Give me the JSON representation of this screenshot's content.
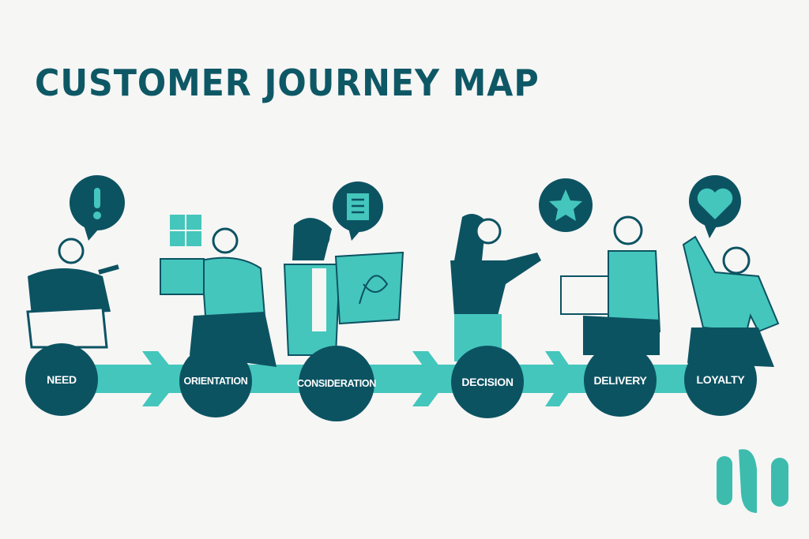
{
  "title": "CUSTOMER JOURNEY MAP",
  "stages": [
    {
      "label": "NEED",
      "bubble_icon": "exclamation-icon"
    },
    {
      "label": "ORIENTATION",
      "bubble_icon": "grid-icon"
    },
    {
      "label": "CONSIDERATION",
      "bubble_icon": "checklist-icon"
    },
    {
      "label": "DECISION",
      "bubble_icon": "star-icon"
    },
    {
      "label": "DELIVERY",
      "bubble_icon": "box-icon"
    },
    {
      "label": "LOYALTY",
      "bubble_icon": "heart-icon"
    }
  ],
  "colors": {
    "dark": "#0c5362",
    "accent": "#40c4bb",
    "background": "#f6f6f5"
  },
  "logo": "logo-icon"
}
